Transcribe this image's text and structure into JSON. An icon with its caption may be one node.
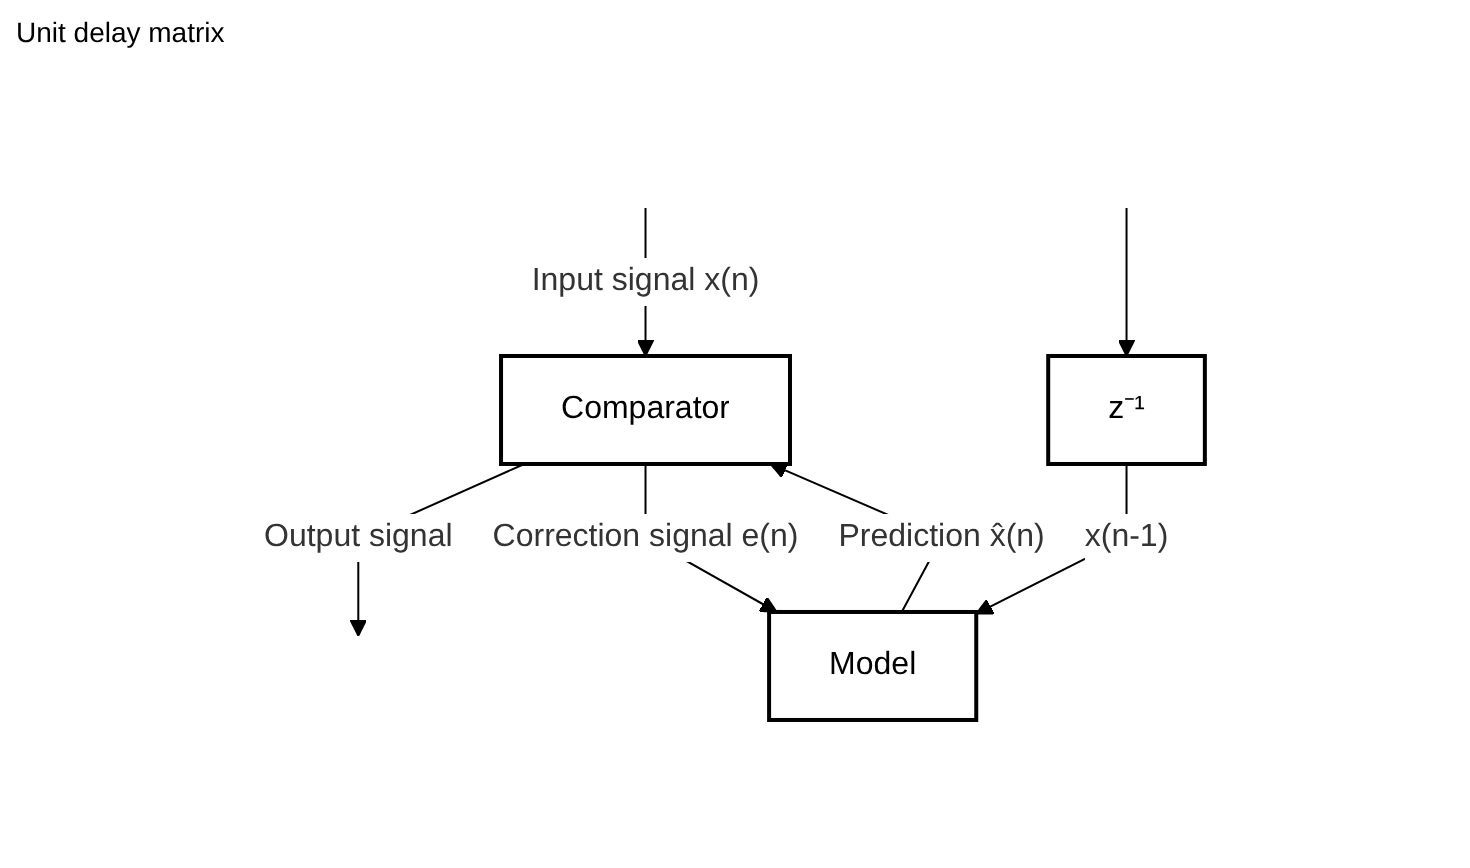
{
  "diagram": {
    "nodes": [
      {
        "text": [
          "Comparator"
        ]
      },
      {
        "text": [
          "z⁻¹"
        ]
      },
      {
        "text": [
          "Model"
        ]
      }
    ],
    "edges": [
      {
        "from": null,
        "to": 0,
        "arrow": "to",
        "label": "Input signal x(n)"
      },
      {
        "from": null,
        "to": 1,
        "arrow": "to"
      },
      {
        "from": 0,
        "to": null,
        "arrow": "to",
        "label": "Output signal"
      },
      {
        "from": 0,
        "to": 2,
        "arrow": "to",
        "label": "Correction signal e(n)"
      },
      {
        "from": 1,
        "to": 2,
        "arrow": "to",
        "label": "x(n-1)"
      },
      {
        "from": 2,
        "to": 0,
        "arrow": "to",
        "label": "Prediction x̂(n)"
      }
    ],
    "labels": [
      "Unit delay matrix"
    ]
  }
}
